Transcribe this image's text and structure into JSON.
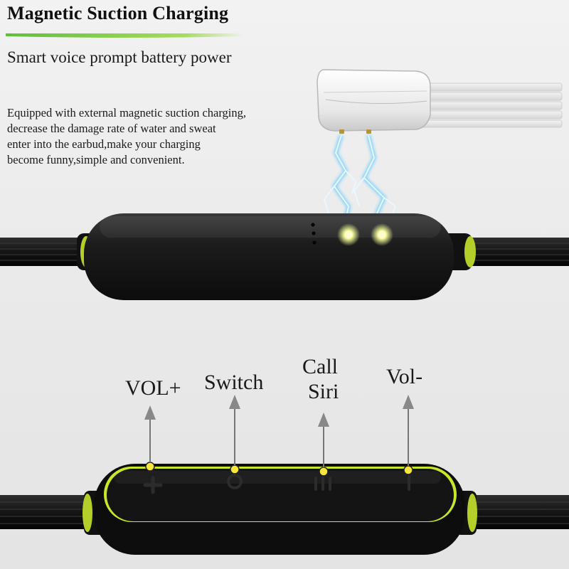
{
  "header": {
    "title": "Magnetic Suction Charging",
    "subtitle": "Smart voice prompt battery power"
  },
  "description": {
    "lines": [
      "Equipped with external magnetic suction charging,",
      "decrease the damage rate of water and sweat",
      "enter into the earbud,make your charging",
      "become funny,simple and convenient."
    ]
  },
  "buttons": {
    "vol_plus": "VOL+",
    "switch": "Switch",
    "call_line1": "Call",
    "call_line2": "Siri",
    "vol_minus": "Vol-"
  },
  "colors": {
    "accent_green": "#c8e62a",
    "underline_green": "#8fd14f",
    "body_black": "#161616",
    "lightning_blue": "#7fd8ff"
  }
}
